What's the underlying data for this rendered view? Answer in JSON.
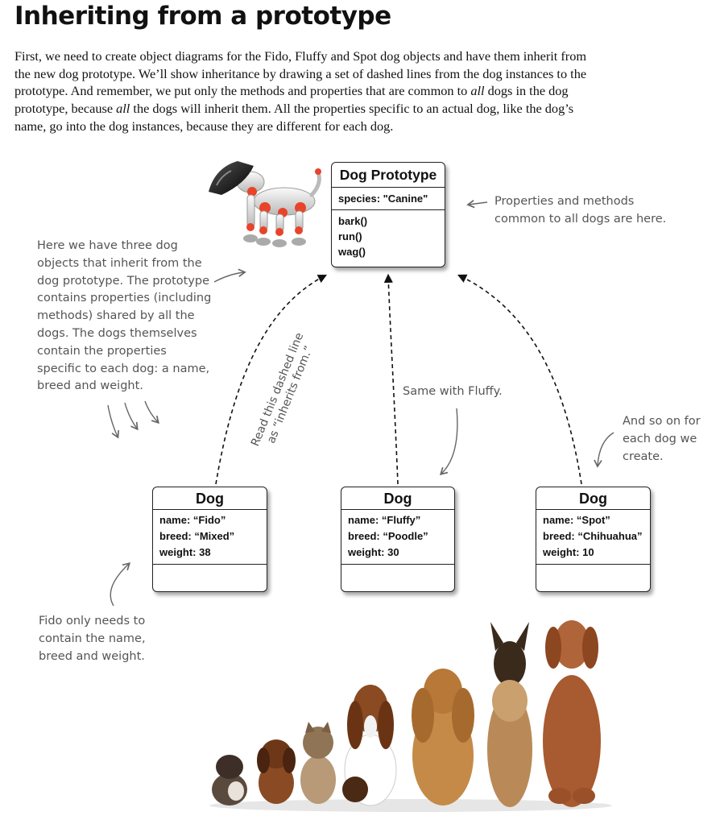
{
  "title": "Inheriting from a prototype",
  "intro": {
    "p1": "First, we need to create object diagrams for the Fido, Fluffy and Spot dog objects and have them inherit from the new dog prototype. We’ll show inheritance by drawing a set of dashed lines from the dog instances to the prototype. And remember, we put only the methods and properties that are common to ",
    "em1": "all",
    "p2": " dogs in the dog prototype, because ",
    "em2": "all",
    "p3": " the dogs will inherit them. All the properties specific to an actual dog, like the dog’s name, go into the dog instances, because they are different for each dog."
  },
  "prototype": {
    "header": "Dog Prototype",
    "property": "species: \"Canine\"",
    "methods": [
      "bark()",
      "run()",
      "wag()"
    ]
  },
  "dogs": [
    {
      "header": "Dog",
      "name": "name: “Fido”",
      "breed": "breed: “Mixed”",
      "weight": "weight: 38"
    },
    {
      "header": "Dog",
      "name": "name: “Fluffy”",
      "breed": "breed: “Poodle”",
      "weight": "weight: 30"
    },
    {
      "header": "Dog",
      "name": "name: “Spot”",
      "breed": "breed: “Chihuahua”",
      "weight": "weight: 10"
    }
  ],
  "notes": {
    "common": [
      "Properties and methods",
      "common to all dogs are here."
    ],
    "three": [
      "Here we have three dog",
      "objects that inherit from the",
      "dog prototype. The prototype",
      "contains properties (including",
      "methods) shared by all the",
      "dogs. The dogs themselves",
      "contain the properties",
      "specific to each dog: a name,",
      "breed and weight."
    ],
    "dashed": [
      "Read this dashed line",
      "as “inherits from.”"
    ],
    "fluffy": "Same with Fluffy.",
    "andso": [
      "And so on for",
      "each dog we",
      "create."
    ],
    "fido": [
      "Fido only needs to",
      "contain the name,",
      "breed and weight."
    ]
  },
  "images": [
    "robot-dog-illustration",
    "row-of-dogs-photo"
  ],
  "colors": {
    "ink": "#111111",
    "handwriting": "#555555",
    "robot_accent": "#e8442a"
  }
}
